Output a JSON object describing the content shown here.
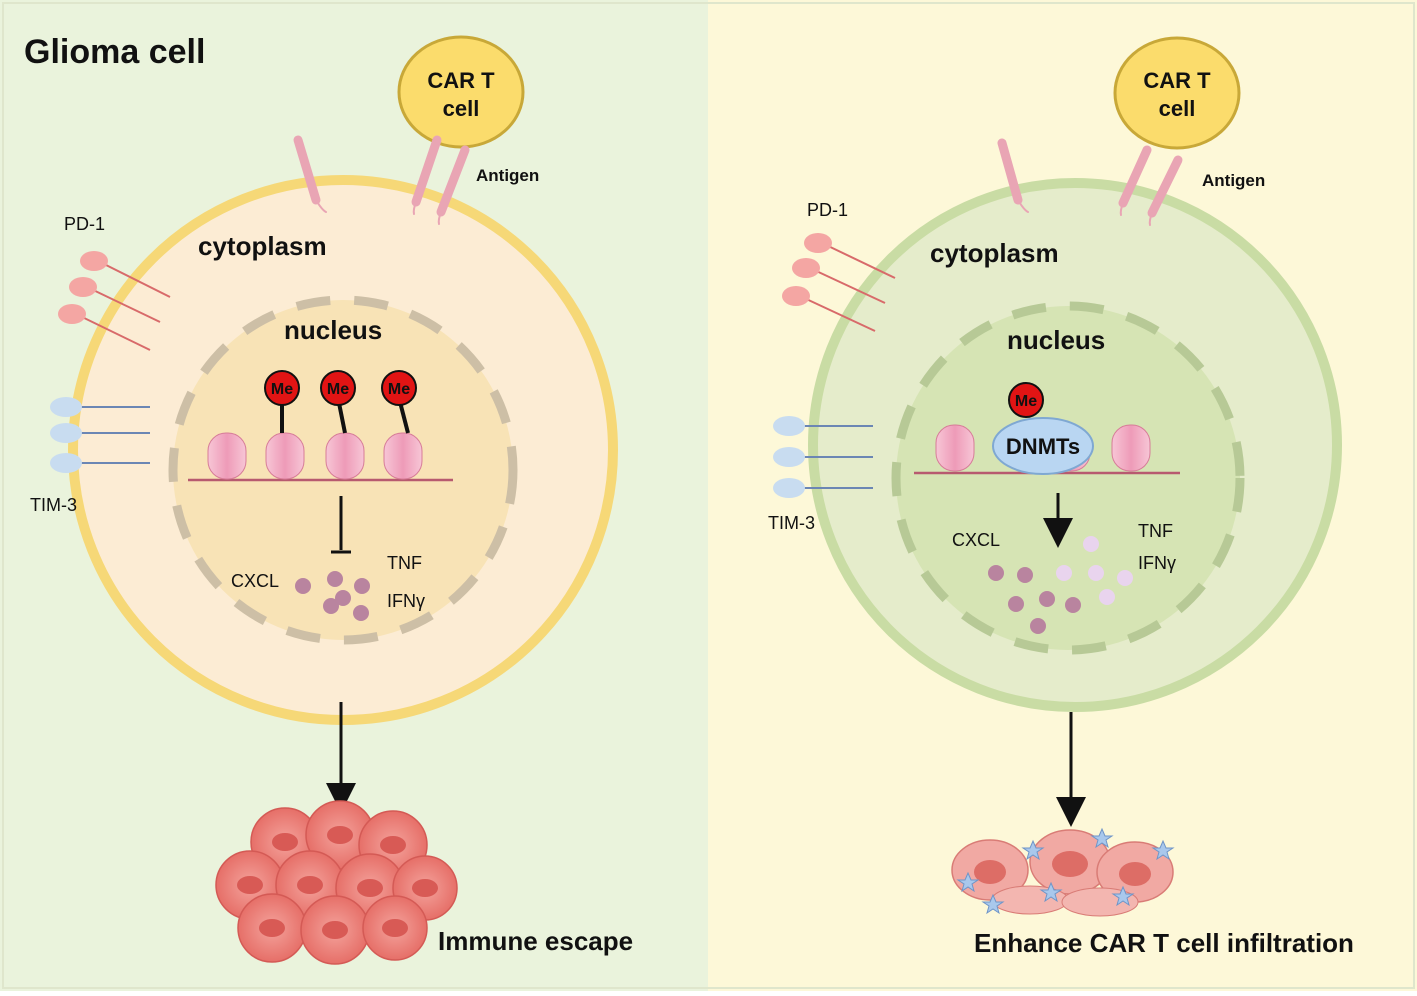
{
  "title": "Glioma cell",
  "colors": {
    "left_bg": "#eaf3dc",
    "right_bg": "#fdf8d8",
    "left_membrane": "#f6d877",
    "left_cytoplasm": "#fcecd4",
    "left_nucleus": "#f8e3b6",
    "right_membrane": "#c9dca4",
    "right_cytoplasm": "#e5eccb",
    "right_nucleus": "#d6e4b4",
    "car_t_fill": "#fbdc6c",
    "car_t_stroke": "#c8a838",
    "me_red": "#e11414",
    "dnmt_blue": "#b9d6f2",
    "pd1_pink": "#f4a6a3",
    "tim3_blue": "#c8dcf0",
    "histone_pink": "#f2a7c0",
    "cytokine_dark": "#b9849f",
    "cytokine_light": "#e9d4ee",
    "tumor_red": "#e9736c"
  },
  "left_panel": {
    "car_t_label_line1": "CAR T",
    "car_t_label_line2": "cell",
    "antigen_label": "Antigen",
    "pd1_label": "PD-1",
    "tim3_label": "TIM-3",
    "cytoplasm_label": "cytoplasm",
    "nucleus_label": "nucleus",
    "me_labels": [
      "Me",
      "Me",
      "Me"
    ],
    "cxcl_label": "CXCL",
    "tnf_label": "TNF",
    "ifn_label": "IFNγ",
    "outcome_label": "Immune escape"
  },
  "right_panel": {
    "car_t_label_line1": "CAR T",
    "car_t_label_line2": "cell",
    "antigen_label": "Antigen",
    "pd1_label": "PD-1",
    "tim3_label": "TIM-3",
    "cytoplasm_label": "cytoplasm",
    "nucleus_label": "nucleus",
    "me_label": "Me",
    "dnmt_label": "DNMTs",
    "cxcl_label": "CXCL",
    "tnf_label": "TNF",
    "ifn_label": "IFNγ",
    "outcome_label": "Enhance CAR T cell infiltration"
  }
}
